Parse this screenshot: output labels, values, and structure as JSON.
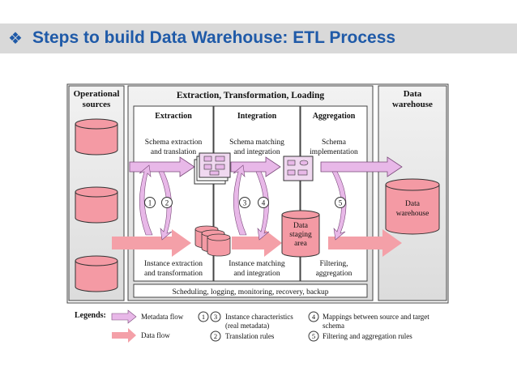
{
  "slide": {
    "bullet_icon": "four-diamond-bullet-icon",
    "title": "Steps to build Data Warehouse: ETL Process"
  },
  "diagram": {
    "operational_sources": [
      "Operational",
      "sources"
    ],
    "etl_title": "Extraction, Transformation, Loading",
    "data_warehouse_header": [
      "Data",
      "warehouse"
    ],
    "extraction": {
      "title": "Extraction",
      "top_text": [
        "Schema extraction",
        "and translation"
      ],
      "bottom_text": [
        "Instance extraction",
        "and transformation"
      ]
    },
    "integration": {
      "title": "Integration",
      "top_text": [
        "Schema matching",
        "and integration"
      ],
      "bottom_text": [
        "Instance matching",
        "and integration"
      ]
    },
    "aggregation": {
      "title": "Aggregation",
      "top_text": [
        "Schema",
        "implementation"
      ],
      "bottom_text": [
        "Filtering,",
        "aggregation"
      ]
    },
    "staging_area": [
      "Data",
      "staging",
      "area"
    ],
    "warehouse_db": [
      "Data",
      "warehouse"
    ],
    "footer_bar": "Scheduling, logging, monitoring, recovery, backup",
    "circle_numbers": [
      "1",
      "2",
      "3",
      "4",
      "5"
    ],
    "legend": {
      "title": "Legends:",
      "metadata_flow": "Metadata flow",
      "data_flow": "Data flow",
      "instance_characteristics": [
        "Instance characteristics",
        "(real metadata)"
      ],
      "translation_rules": "Translation rules",
      "mappings": [
        "Mappings between source and target",
        "schema"
      ],
      "filtering_rules": "Filtering and aggregation rules"
    },
    "colors": {
      "metadata_arrow": "#e8b8e8",
      "data_arrow": "#f4a0a8",
      "database": "#f49aa4",
      "panel_gray": "#e6e6e6",
      "title_blue": "#1f5aa8"
    }
  }
}
